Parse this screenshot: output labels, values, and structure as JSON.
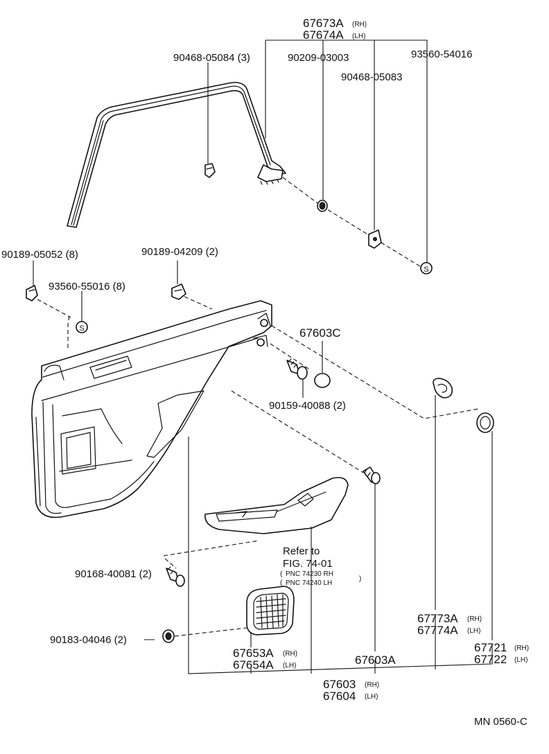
{
  "labels": {
    "trim_upper_rh": "67673A",
    "trim_upper_rh_suffix": "(RH)",
    "trim_upper_lh": "67674A",
    "trim_upper_lh_suffix": "(LH)",
    "clip_90468_05084": "90468-05084 (3)",
    "clip_90209_03003": "90209-03003",
    "clip_93560_54016": "93560-54016",
    "clip_90468_05083": "90468-05083",
    "clip_90189_05052": "90189-05052 (8)",
    "clip_90189_04209": "90189-04209 (2)",
    "clip_93560_55016": "93560-55016 (8)",
    "cap_67603c": "67603C",
    "screw_90159_40088": "90159-40088 (2)",
    "refer_line1": "Refer to",
    "refer_line2": "FIG. 74-01",
    "refer_pnc_rh": "PNC 74230 RH",
    "refer_pnc_lh": "PNC 74240 LH",
    "screw_90168_40081": "90168-40081 (2)",
    "nut_90183_04046": "90183-04046 (2)",
    "cover_67653a": "67653A",
    "cover_67653a_suffix": "(RH)",
    "cover_67654a": "67654A",
    "cover_67654a_suffix": "(LH)",
    "bolt_67603a": "67603A",
    "seal_67773a": "67773A",
    "seal_67773a_suffix": "(RH)",
    "seal_67774a": "67774A",
    "seal_67774a_suffix": "(LH)",
    "grommet_67721": "67721",
    "grommet_67721_suffix": "(RH)",
    "grommet_67722": "67722",
    "grommet_67722_suffix": "(LH)",
    "panel_67603": "67603",
    "panel_67603_suffix": "(RH)",
    "panel_67604": "67604",
    "panel_67604_suffix": "(LH)",
    "drawing_code": "MN 0560-C"
  },
  "clip_symbol": "S",
  "colors": {
    "ink": "#111111",
    "paper": "#ffffff",
    "fill_dark": "#222222"
  }
}
